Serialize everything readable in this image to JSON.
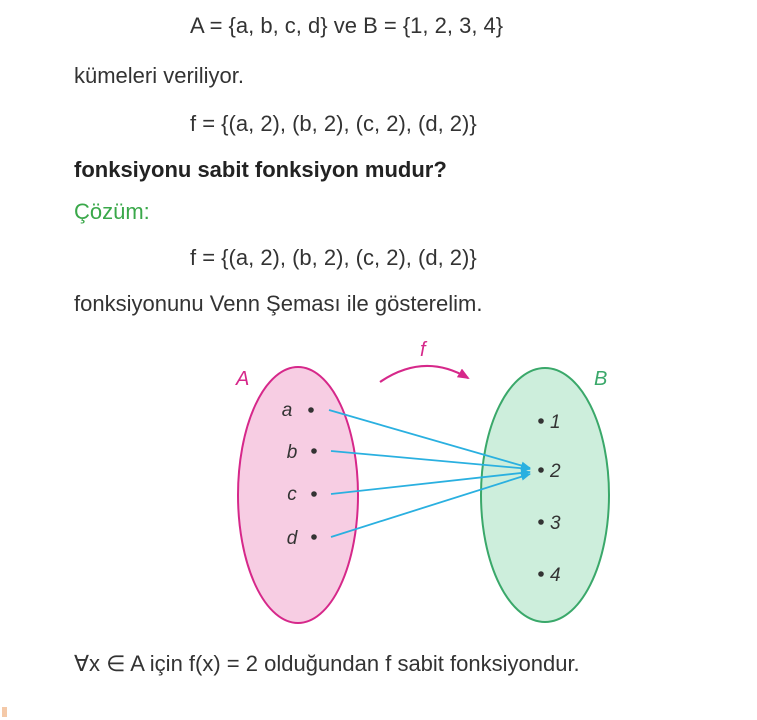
{
  "problem": {
    "sets_definition": "A = {a, b, c, d}  ve  B = {1, 2, 3, 4}",
    "given_text": "kümeleri veriliyor.",
    "function_def": "f = {(a, 2), (b, 2), (c, 2), (d, 2)}",
    "question": "fonksiyonu sabit fonksiyon mudur?"
  },
  "solution": {
    "heading": "Çözüm:",
    "function_def": "f = {(a, 2), (b, 2), (c, 2), (d, 2)}",
    "venn_intro": "fonksiyonunu  Venn Şeması ile gösterelim.",
    "conclusion": "∀x ∈ A  için  f(x) = 2  olduğundan  f  sabit fonksiyondur."
  },
  "diagram": {
    "set_a_label": "A",
    "set_b_label": "B",
    "function_label": "f",
    "set_a_elements": [
      "a",
      "b",
      "c",
      "d"
    ],
    "set_b_elements": [
      "1",
      "2",
      "3",
      "4"
    ],
    "mapping": [
      {
        "from": "a",
        "to": "2"
      },
      {
        "from": "b",
        "to": "2"
      },
      {
        "from": "c",
        "to": "2"
      },
      {
        "from": "d",
        "to": "2"
      }
    ],
    "colors": {
      "set_a_fill": "#f7cde3",
      "set_a_stroke": "#d6288a",
      "set_b_fill": "#cdeedc",
      "set_b_stroke": "#3aa86a",
      "arrow": "#2ab0e0",
      "function_arrow": "#d6288a",
      "label": "#d6288a"
    }
  }
}
